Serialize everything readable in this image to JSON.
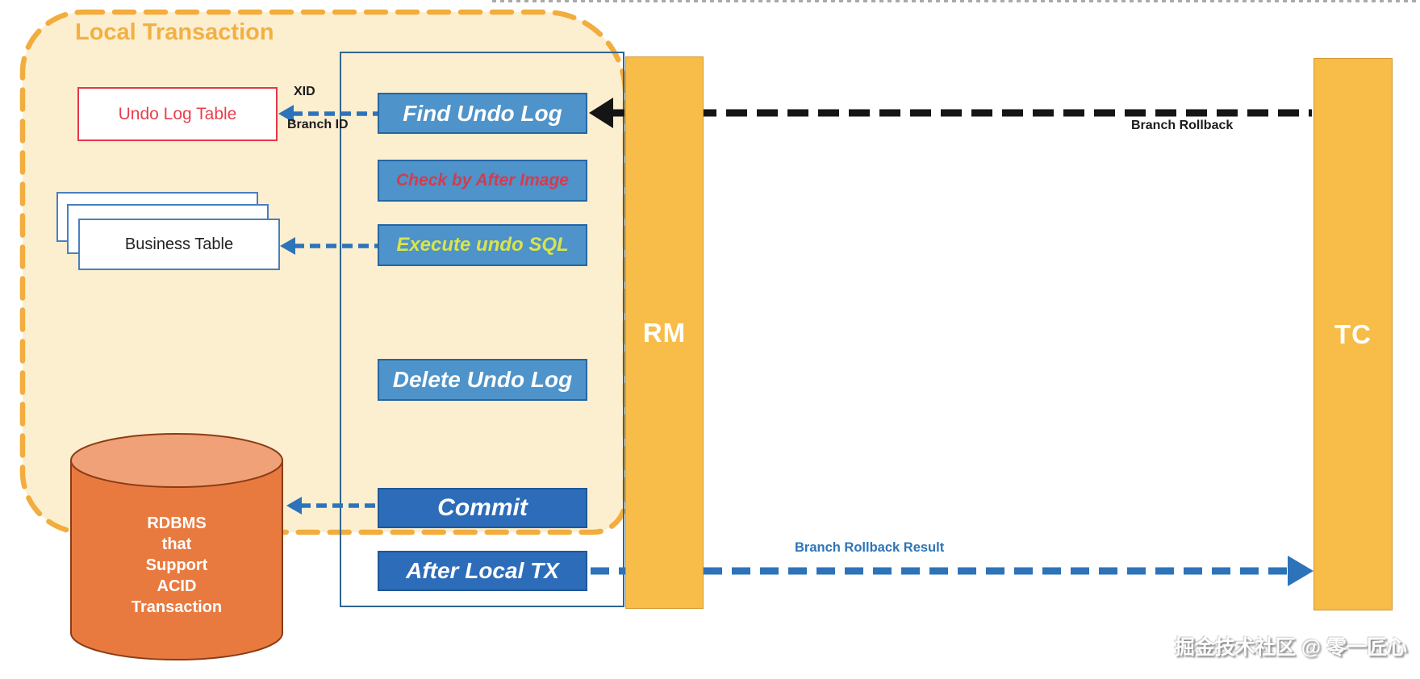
{
  "local_transaction": {
    "label": "Local Transaction"
  },
  "entities": {
    "undo_log_table": {
      "label": "Undo Log Table"
    },
    "business_table": {
      "label": "Business Table"
    },
    "rdbms": {
      "lines": [
        "RDBMS",
        "that",
        "Support",
        "ACID",
        "Transaction"
      ]
    }
  },
  "steps": {
    "find_undo_log": {
      "label": "Find Undo Log"
    },
    "check_by_after_image": {
      "label": "Check by After Image"
    },
    "execute_undo_sql": {
      "label": "Execute undo SQL"
    },
    "delete_undo_log": {
      "label": "Delete Undo Log"
    },
    "commit": {
      "label": "Commit"
    },
    "after_local_tx": {
      "label": "After Local TX"
    }
  },
  "lanes": {
    "rm": {
      "label": "RM"
    },
    "tc": {
      "label": "TC"
    }
  },
  "arrows": {
    "xid": {
      "label": "XID"
    },
    "branch_id": {
      "label": "Branch ID"
    },
    "branch_rollback": {
      "label": "Branch Rollback"
    },
    "branch_rollback_result": {
      "label": "Branch Rollback Result"
    }
  },
  "watermark": {
    "label": "掘金技术社区 @ 零一匠心"
  },
  "colors": {
    "cream_fill": "#fcefd0",
    "orange_dash": "#f2ad3e",
    "lane_fill": "#f8bc49",
    "lane_border": "#d49a2e",
    "step_light_fill": "#4e93c9",
    "step_dark_fill": "#2d6cb9",
    "step_border": "#2566a2",
    "blue_arrow": "#2d73ba",
    "black_arrow": "#151515",
    "red_accent": "#e63c4f",
    "yellow_green_text": "#d9e44c",
    "cylinder_body": "#e87a40",
    "cylinder_top": "#f1a178",
    "container_border": "#30648f"
  }
}
